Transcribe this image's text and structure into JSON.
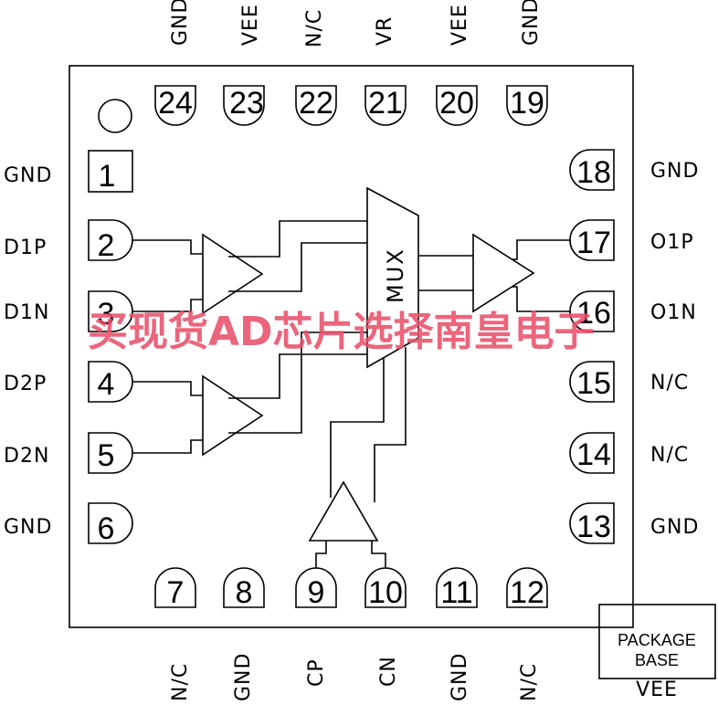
{
  "pins": {
    "p1": {
      "num": "1",
      "name": "GND"
    },
    "p2": {
      "num": "2",
      "name": "D1P"
    },
    "p3": {
      "num": "3",
      "name": "D1N"
    },
    "p4": {
      "num": "4",
      "name": "D2P"
    },
    "p5": {
      "num": "5",
      "name": "D2N"
    },
    "p6": {
      "num": "6",
      "name": "GND"
    },
    "p7": {
      "num": "7",
      "name": "N/C"
    },
    "p8": {
      "num": "8",
      "name": "GND"
    },
    "p9": {
      "num": "9",
      "name": "CP"
    },
    "p10": {
      "num": "10",
      "name": "CN"
    },
    "p11": {
      "num": "11",
      "name": "GND"
    },
    "p12": {
      "num": "12",
      "name": "N/C"
    },
    "p13": {
      "num": "13",
      "name": "GND"
    },
    "p14": {
      "num": "14",
      "name": "N/C"
    },
    "p15": {
      "num": "15",
      "name": "N/C"
    },
    "p16": {
      "num": "16",
      "name": "O1N"
    },
    "p17": {
      "num": "17",
      "name": "O1P"
    },
    "p18": {
      "num": "18",
      "name": "GND"
    },
    "p19": {
      "num": "19",
      "name": "GND"
    },
    "p20": {
      "num": "20",
      "name": "VEE"
    },
    "p21": {
      "num": "21",
      "name": "VR"
    },
    "p22": {
      "num": "22",
      "name": "N/C"
    },
    "p23": {
      "num": "23",
      "name": "VEE"
    },
    "p24": {
      "num": "24",
      "name": "GND"
    }
  },
  "mux_label": "MUX",
  "package_base": {
    "line1": "PACKAGE",
    "line2": "BASE",
    "name": "VEE"
  },
  "watermark": "买现货AD芯片选择南皇电子"
}
